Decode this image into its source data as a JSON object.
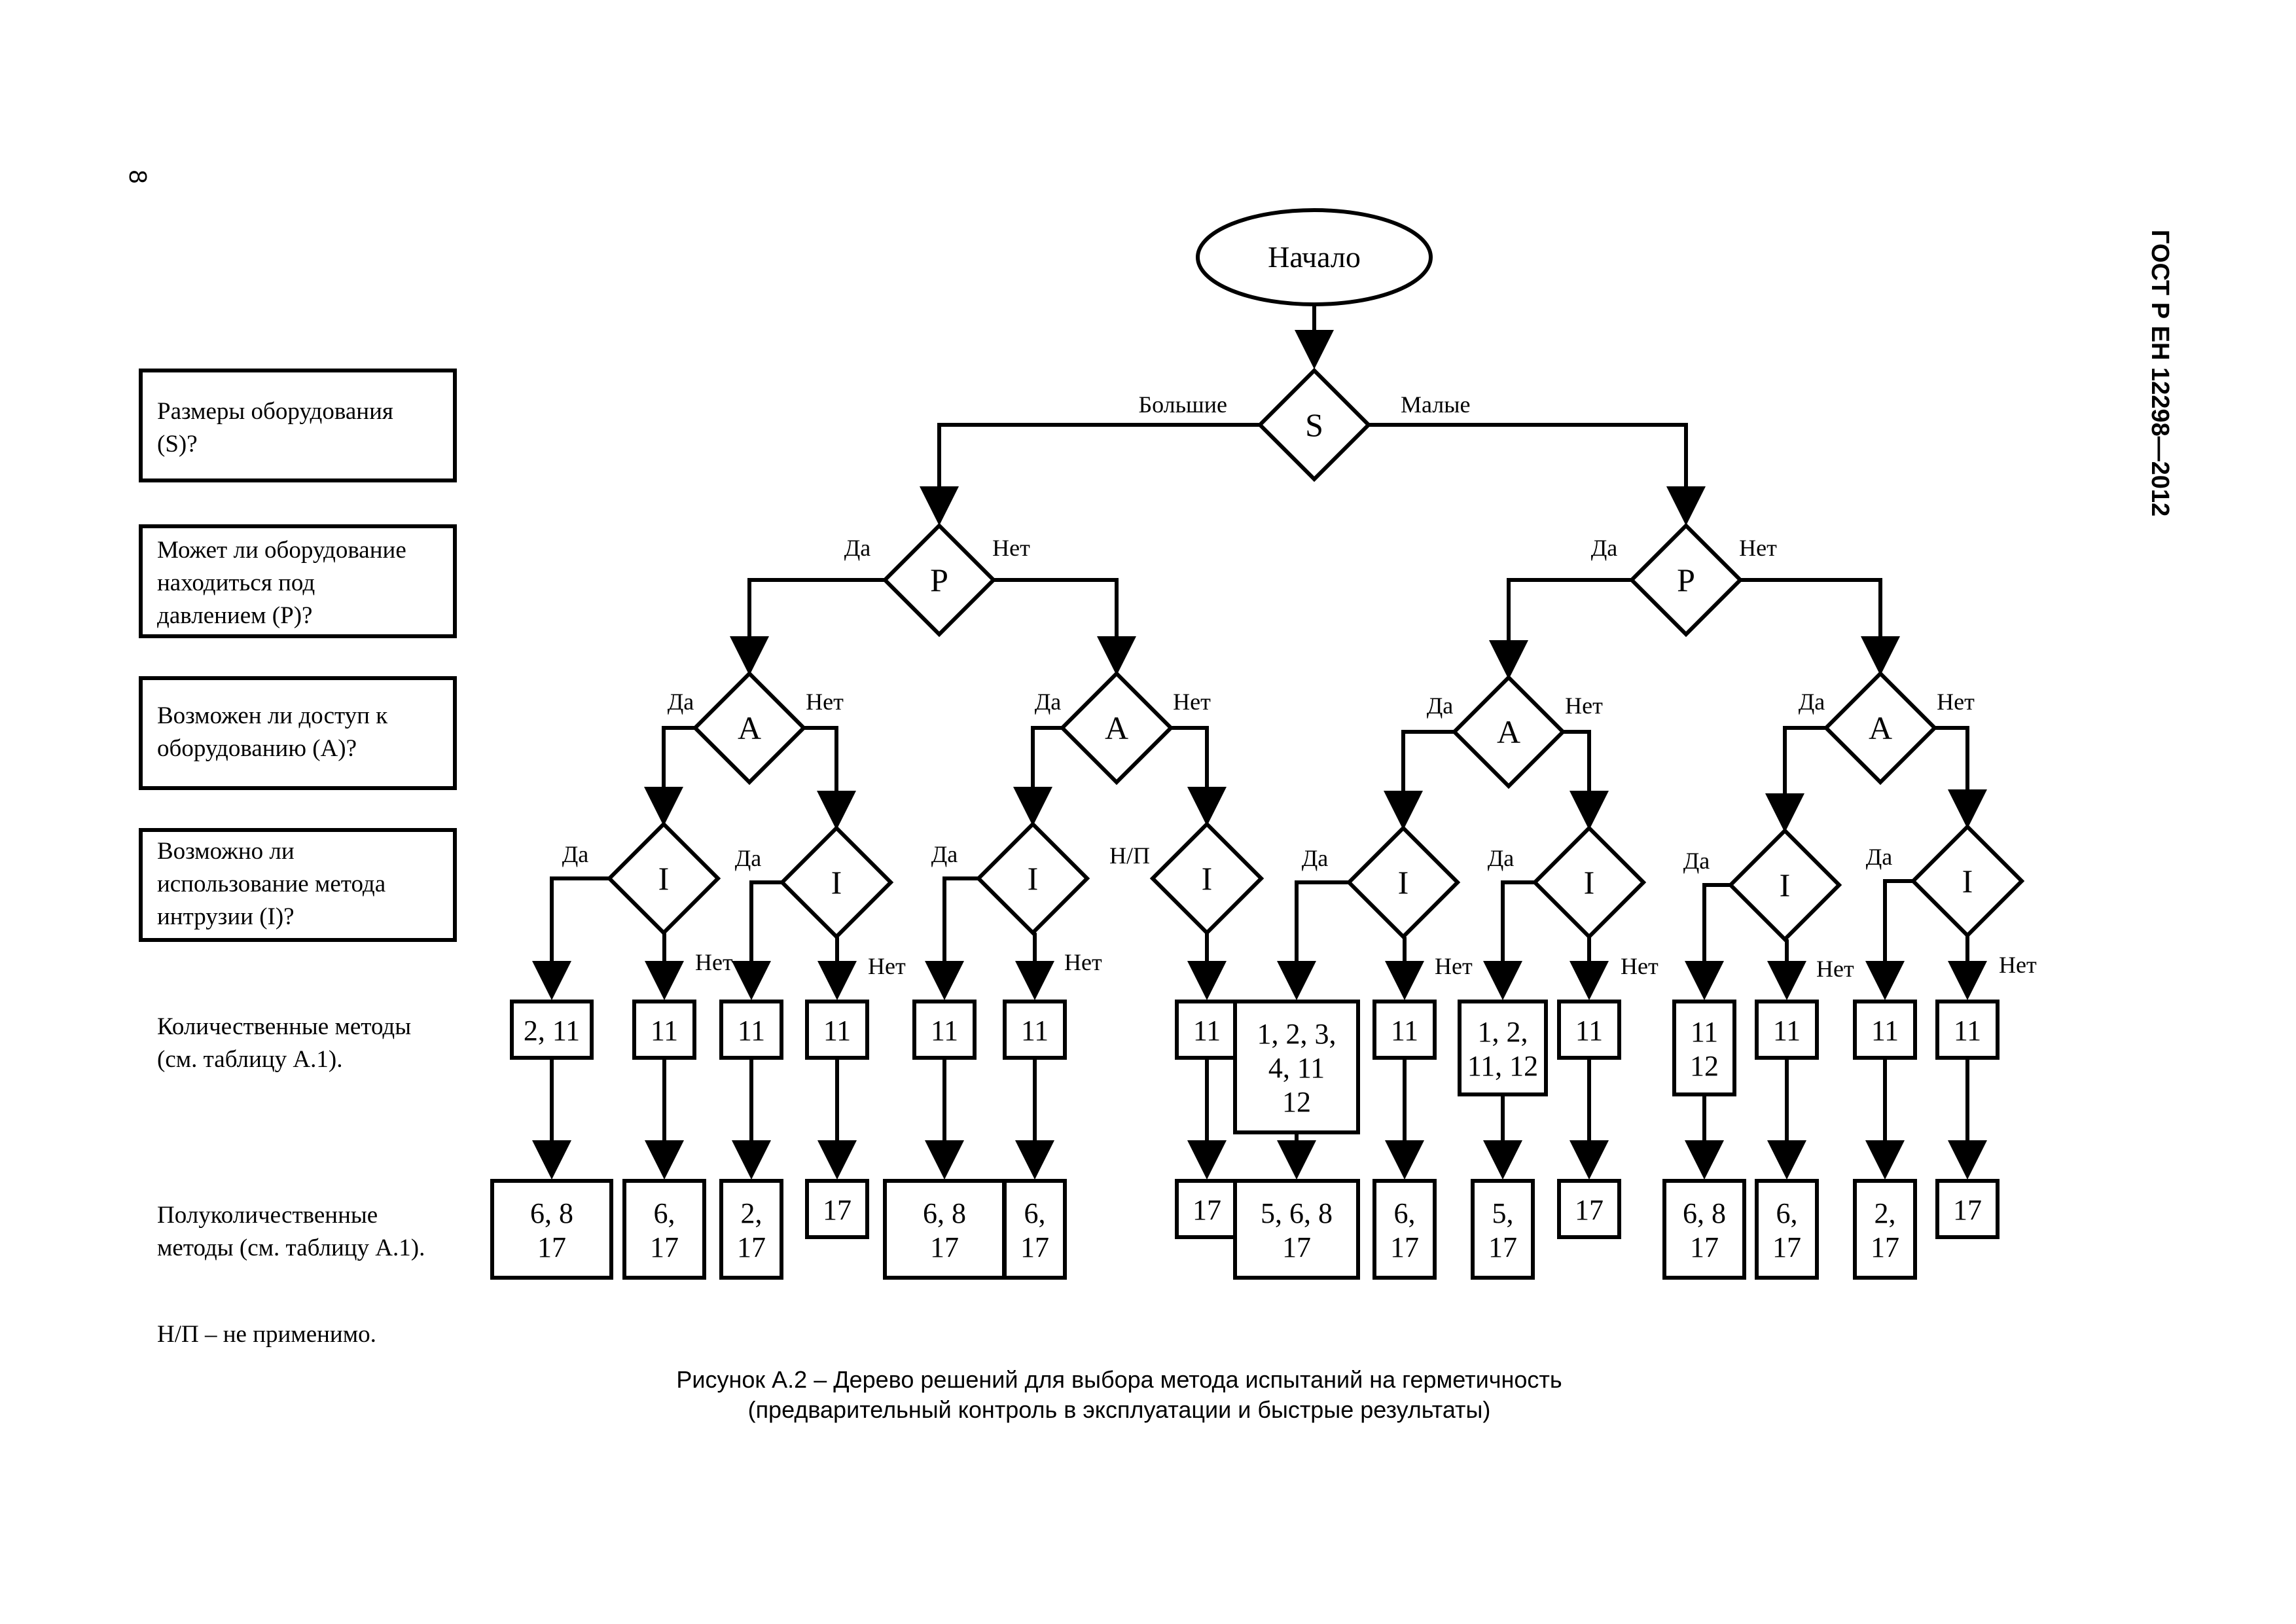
{
  "page_number": "8",
  "doc_code": "ГОСТ Р ЕН 12298—2012",
  "start_label": "Начало",
  "sidebar": {
    "q_size": [
      "Размеры оборудования",
      "(S)?"
    ],
    "q_pressure": [
      "Может ли оборудование",
      "находиться под",
      "давлением (P)?"
    ],
    "q_access": [
      "Возможен ли доступ к",
      "оборудованию (A)?"
    ],
    "q_intrusion": [
      "Возможно ли",
      "использование метода",
      "интрузии (I)?"
    ],
    "quantitative": [
      "Количественные методы",
      "(см. таблицу А.1)."
    ],
    "semiquantitative": [
      "Полуколичественные",
      "методы (см. таблицу А.1)."
    ],
    "na_note": "Н/П – не применимо."
  },
  "decisions": {
    "S": "S",
    "P": "P",
    "A": "A",
    "I": "I"
  },
  "branch_labels": {
    "large": "Большие",
    "small": "Малые",
    "yes": "Да",
    "no": "Нет",
    "na": "Н/П"
  },
  "quantitative_results": [
    [
      "2, 11"
    ],
    [
      "11"
    ],
    [
      "11"
    ],
    [
      "11"
    ],
    [
      "11"
    ],
    [
      "11"
    ],
    [
      "11"
    ],
    [
      "1, 2, 3,",
      "4, 11",
      "12"
    ],
    [
      "11"
    ],
    [
      "1, 2,",
      "11, 12"
    ],
    [
      "11"
    ],
    [
      "11",
      "12"
    ],
    [
      "11"
    ],
    [
      "11"
    ],
    [
      "11"
    ]
  ],
  "semiquantitative_results": [
    [
      "6, 8",
      "17"
    ],
    [
      "6,",
      "17"
    ],
    [
      "2,",
      "17"
    ],
    [
      "17"
    ],
    [
      "6, 8",
      "17"
    ],
    [
      "6,",
      "17"
    ],
    [
      "17"
    ],
    [
      "5, 6, 8",
      "17"
    ],
    [
      "6,",
      "17"
    ],
    [
      "5,",
      "17"
    ],
    [
      "17"
    ],
    [
      "6, 8",
      "17"
    ],
    [
      "6,",
      "17"
    ],
    [
      "2,",
      "17"
    ],
    [
      "17"
    ]
  ],
  "caption": [
    "Рисунок А.2 – Дерево решений для выбора метода испытаний на герметичность",
    "(предварительный контроль в эксплуатации и быстрые результаты)"
  ]
}
